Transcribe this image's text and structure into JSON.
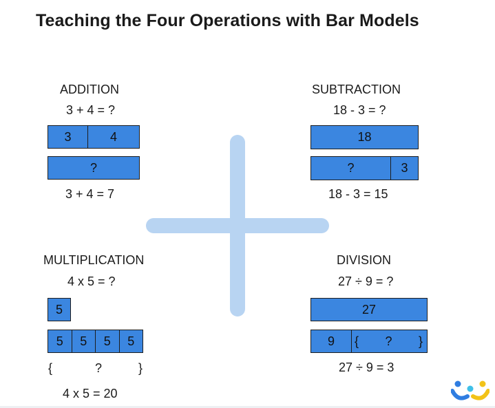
{
  "title": "Teaching the Four Operations with Bar Models",
  "addition": {
    "heading": "ADDITION",
    "question": "3 + 4 = ?",
    "parts": [
      "3",
      "4"
    ],
    "whole": "?",
    "answer": "3 + 4 = 7"
  },
  "subtraction": {
    "heading": "SUBTRACTION",
    "question": "18 - 3 = ?",
    "whole": "18",
    "parts": [
      "?",
      "3"
    ],
    "answer": "18 - 3 = 15"
  },
  "multiplication": {
    "heading": "MULTIPLICATION",
    "question": "4 x 5 = ?",
    "unit": "5",
    "groups": [
      "5",
      "5",
      "5",
      "5"
    ],
    "brace_open": "{",
    "brace_label": "?",
    "brace_close": "}",
    "answer": "4 x 5 = 20"
  },
  "division": {
    "heading": "DIVISION",
    "question": "27 ÷ 9 = ?",
    "whole": "27",
    "part": "9",
    "brace_open": "{",
    "brace_label": "?",
    "brace_close": "}",
    "answer": "27 ÷ 9 = 3"
  },
  "colors": {
    "bar": "#3b86e0",
    "plus": "#b8d4f2",
    "logo_blue": "#2f7de1",
    "logo_yellow": "#f2c318",
    "logo_cyan": "#3fc0e8"
  },
  "logo": "brand-logo-icon"
}
